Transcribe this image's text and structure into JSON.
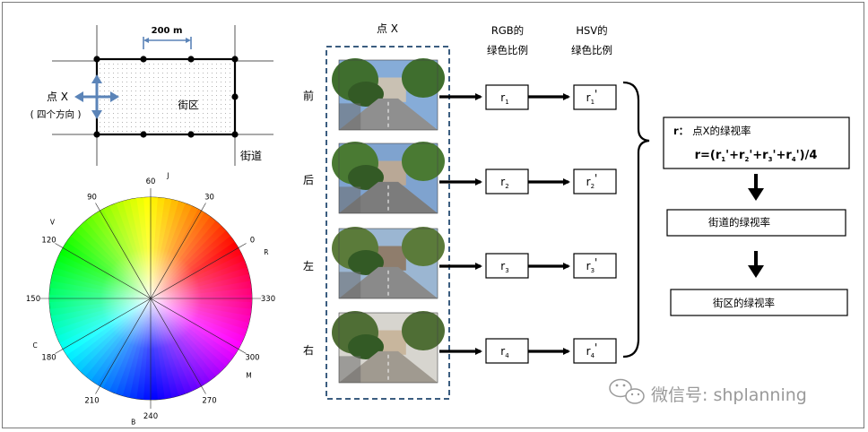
{
  "block_diagram": {
    "distance_label": "200 m",
    "point_label": "点 X",
    "directions_label": "( 四个方向 )",
    "block_label": "街区",
    "street_label": "街道"
  },
  "color_wheel": {
    "angle_labels": [
      "60",
      "30",
      "0",
      "330",
      "300",
      "270",
      "240",
      "210",
      "180",
      "150",
      "120",
      "90"
    ],
    "letter_labels": [
      "J",
      "R",
      "M",
      "B",
      "C",
      "V"
    ]
  },
  "flow": {
    "column_point": "点 X",
    "column_rgb": [
      "RGB的",
      "绿色比例"
    ],
    "column_hsv": [
      "HSV的",
      "绿色比例"
    ],
    "rows": [
      {
        "direction": "前",
        "r": "r",
        "sub": "1"
      },
      {
        "direction": "后",
        "r": "r",
        "sub": "2"
      },
      {
        "direction": "左",
        "r": "r",
        "sub": "3"
      },
      {
        "direction": "右",
        "r": "r",
        "sub": "4"
      }
    ],
    "prime": "'"
  },
  "results": {
    "box1_title_r": "r：",
    "box1_title_text": "点X的绿视率",
    "formula_prefix": "r=(r",
    "formula_sub1": "1",
    "formula_p1": "'+r",
    "formula_sub2": "2",
    "formula_p2": "'+r",
    "formula_sub3": "3",
    "formula_p3": "'+r",
    "formula_sub4": "4",
    "formula_suffix": "')/4",
    "street_rate": "街道的绿视率",
    "block_rate": "街区的绿视率"
  },
  "watermark": {
    "text": "微信号: shplanning",
    "icon": "wechat-icon"
  },
  "colors": {
    "arrow_blue": "#5b84b8",
    "dashed_box": "#3b5d80",
    "watermark": "#9a9a9a"
  }
}
